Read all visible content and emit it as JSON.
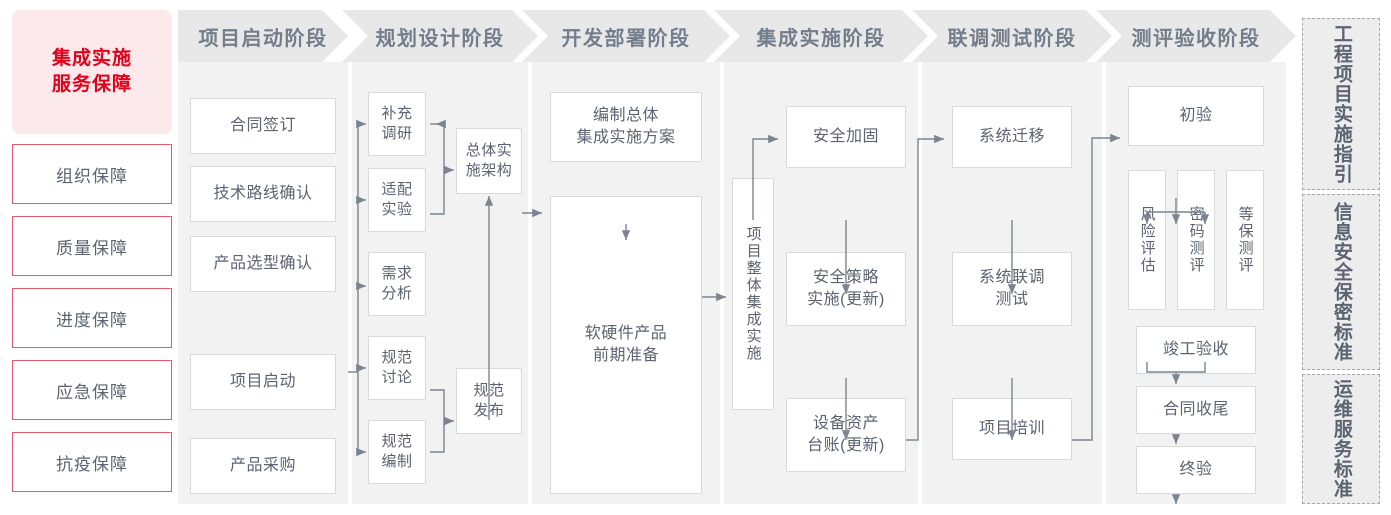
{
  "left_rail": {
    "lead": {
      "line1": "集成实施",
      "line2": "服务保障",
      "bg": "#fce9ec",
      "color": "#e3001b"
    },
    "items": [
      {
        "label": "组织保障"
      },
      {
        "label": "质量保障"
      },
      {
        "label": "进度保障"
      },
      {
        "label": "应急保障"
      },
      {
        "label": "抗疫保障"
      }
    ],
    "border_color": "#e2596d"
  },
  "phases": [
    {
      "title": "项目启动阶段",
      "nodes": [
        {
          "label": "合同签订"
        },
        {
          "label": "技术路线确认"
        },
        {
          "label": "产品选型确认"
        },
        {
          "label": "项目启动"
        },
        {
          "label": "产品采购"
        }
      ]
    },
    {
      "title": "规划设计阶段",
      "nodes": [
        {
          "label": "补充\n调研"
        },
        {
          "label": "适配\n实验"
        },
        {
          "label": "需求\n分析"
        },
        {
          "label": "规范\n讨论"
        },
        {
          "label": "规范\n编制"
        },
        {
          "label": "总体实\n施架构"
        },
        {
          "label": "规范\n发布"
        }
      ]
    },
    {
      "title": "开发部署阶段",
      "nodes": [
        {
          "label": "编制总体\n集成实施方案"
        },
        {
          "label": "软硬件产品\n前期准备"
        }
      ]
    },
    {
      "title": "集成实施阶段",
      "nodes": [
        {
          "label": "项目整体集成实施"
        },
        {
          "label": "安全加固"
        },
        {
          "label": "安全策略\n实施(更新)"
        },
        {
          "label": "设备资产\n台账(更新)"
        }
      ]
    },
    {
      "title": "联调测试阶段",
      "nodes": [
        {
          "label": "系统迁移"
        },
        {
          "label": "系统联调\n测试"
        },
        {
          "label": "项目培训"
        }
      ]
    },
    {
      "title": "测评验收阶段",
      "nodes": [
        {
          "label": "初验"
        },
        {
          "label": "风险评估"
        },
        {
          "label": "密码测评"
        },
        {
          "label": "等保测评"
        },
        {
          "label": "竣工验收"
        },
        {
          "label": "合同收尾"
        },
        {
          "label": "终验"
        }
      ]
    }
  ],
  "right_rail": {
    "items": [
      {
        "label": "工程项目实施指引"
      },
      {
        "label": "信息安全保密标准"
      },
      {
        "label": "运维服务标准"
      }
    ],
    "bg": "#ededed",
    "border_color": "#a8a8a8"
  },
  "style": {
    "header_bg": "#e8e8e8",
    "header_color": "#737e8c",
    "column_bg": "#f2f2f2",
    "node_border": "#d8dadd",
    "connector": "#7b8490"
  }
}
